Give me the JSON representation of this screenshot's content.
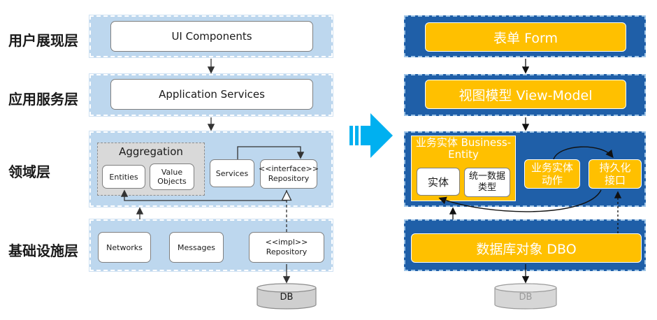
{
  "left": {
    "layers": {
      "ui": "用户展现层",
      "app": "应用服务层",
      "domain": "领域层",
      "infra": "基础设施层"
    },
    "ui_components": "UI Components",
    "application_services": "Application Services",
    "aggregation": "Aggregation",
    "entities": "Entities",
    "value_objects": "Value Objects",
    "services": "Services",
    "interface_repository": "<<interface>> Repository",
    "networks": "Networks",
    "messages": "Messages",
    "impl_repository": "<<impl>> Repository",
    "db": "DB"
  },
  "right": {
    "form": "表单  Form",
    "view_model": "视图模型  View-Model",
    "business_entity": "业务实体 Business-Entity",
    "entity": "实体",
    "unified_data_type": "统一数据类型",
    "business_action": "业务实体动作",
    "persistence_interface": "持久化接口",
    "dbo": "数据库对象  DBO",
    "db": "DB"
  },
  "colors": {
    "left_band": "#bdd7ee",
    "right_band": "#1f5fa8",
    "accent_yellow": "#ffc000",
    "arrow_blue": "#00b0f0",
    "aggregation_gray": "#d9d9d9"
  }
}
